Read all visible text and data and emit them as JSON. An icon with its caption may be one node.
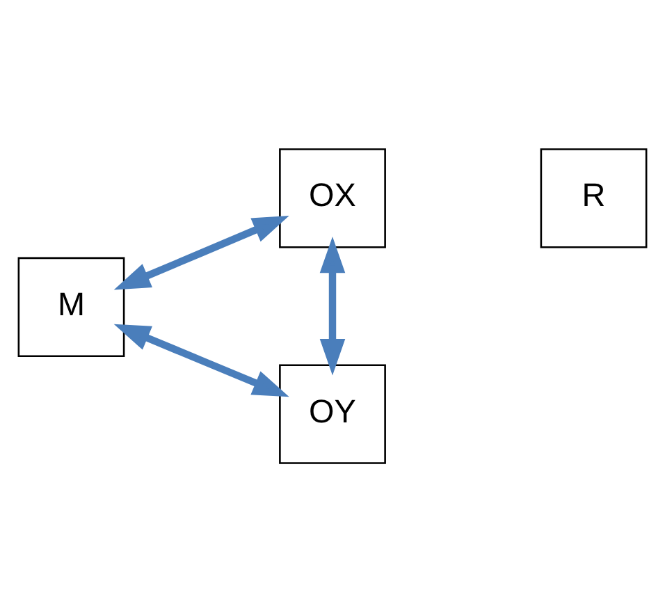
{
  "diagram": {
    "nodes": [
      {
        "text": [
          "OX"
        ]
      },
      {
        "text": [
          "M"
        ]
      },
      {
        "text": [
          "R"
        ]
      },
      {
        "text": [
          "OY"
        ]
      }
    ],
    "edges": [
      {
        "from": 1,
        "to": 0,
        "arrow": "both"
      },
      {
        "from": 0,
        "to": 3,
        "arrow": "both"
      },
      {
        "from": 1,
        "to": 3,
        "arrow": "both"
      }
    ]
  }
}
